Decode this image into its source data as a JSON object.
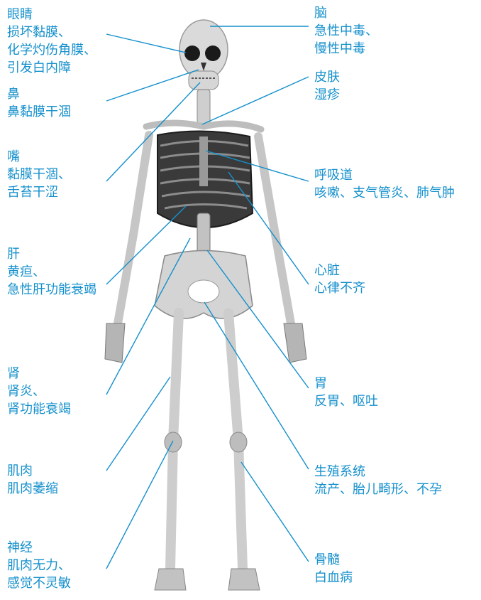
{
  "accent": "#1590cc",
  "bone_color": "#c8c8c8",
  "rib_color": "#2a2a2a",
  "labels": {
    "eyes": {
      "title": "眼睛",
      "lines": [
        "损坏黏膜、",
        "化学灼伤角膜、",
        "引发白内障"
      ]
    },
    "nose": {
      "title": "鼻",
      "lines": [
        "鼻黏膜干涸"
      ]
    },
    "mouth": {
      "title": "嘴",
      "lines": [
        "黏膜干涸、",
        "舌苔干涩"
      ]
    },
    "liver": {
      "title": "肝",
      "lines": [
        "黄疸、",
        "急性肝功能衰竭"
      ]
    },
    "kidney": {
      "title": "肾",
      "lines": [
        "肾炎、",
        "肾功能衰竭"
      ]
    },
    "muscle": {
      "title": "肌肉",
      "lines": [
        "肌肉萎缩"
      ]
    },
    "nerve": {
      "title": "神经",
      "lines": [
        "肌肉无力、",
        "感觉不灵敏"
      ]
    },
    "brain": {
      "title": "脑",
      "lines": [
        "急性中毒、",
        "慢性中毒"
      ]
    },
    "skin": {
      "title": "皮肤",
      "lines": [
        "湿疹"
      ]
    },
    "resp": {
      "title": "呼吸道",
      "lines": [
        "咳嗽、支气管炎、肺气肿"
      ]
    },
    "heart": {
      "title": "心脏",
      "lines": [
        "心律不齐"
      ]
    },
    "stomach": {
      "title": "胃",
      "lines": [
        "反胃、呕吐"
      ]
    },
    "repro": {
      "title": "生殖系统",
      "lines": [
        "流产、胎儿畸形、不孕"
      ]
    },
    "marrow": {
      "title": "骨髓",
      "lines": [
        "白血病"
      ]
    }
  }
}
